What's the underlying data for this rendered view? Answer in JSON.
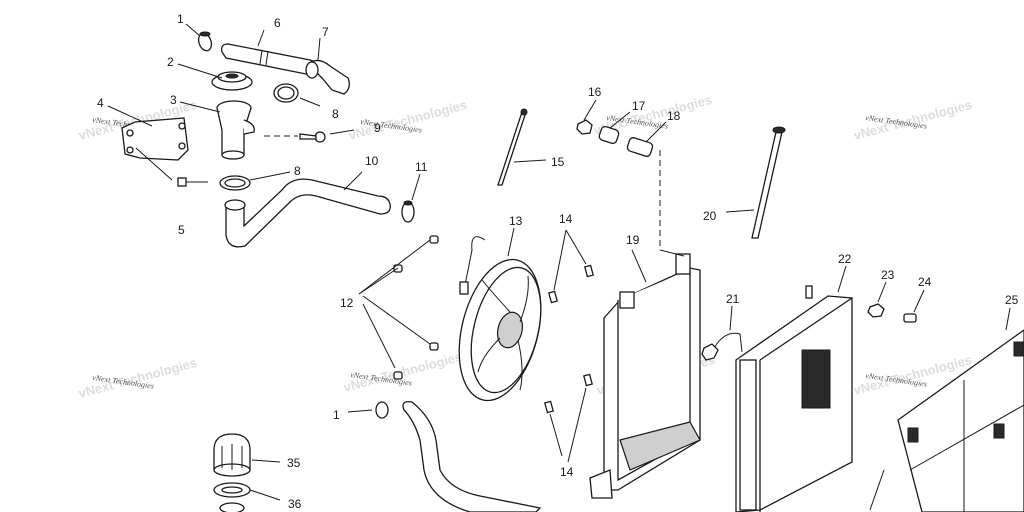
{
  "diagram": {
    "watermark": "vNext Technologies",
    "callouts": {
      "c1a": "1",
      "c1b": "1",
      "c2": "2",
      "c3": "3",
      "c4": "4",
      "c5": "5",
      "c6": "6",
      "c7": "7",
      "c8a": "8",
      "c8b": "8",
      "c9": "9",
      "c10": "10",
      "c11": "11",
      "c12": "12",
      "c13": "13",
      "c14a": "14",
      "c14b": "14",
      "c15": "15",
      "c16": "16",
      "c17": "17",
      "c18": "18",
      "c19": "19",
      "c20": "20",
      "c21": "21",
      "c22": "22",
      "c23": "23",
      "c24": "24",
      "c25": "25",
      "c35": "35",
      "c36": "36"
    }
  }
}
